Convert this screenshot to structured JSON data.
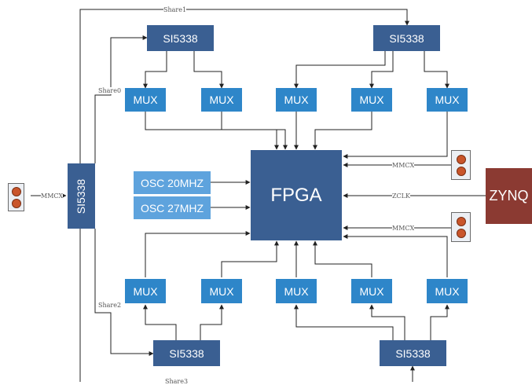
{
  "si5338": "SI5338",
  "mux": "MUX",
  "fpga": "FPGA",
  "zynq": "ZYNQ",
  "osc": [
    "OSC 20MHZ",
    "OSC 27MHZ"
  ],
  "share_labels": [
    "Share1",
    "Share0",
    "Share2",
    "Share3"
  ],
  "mmcx": "MMCX",
  "zclk": "ZCLK",
  "colors": {
    "si5338": "#3a5f92",
    "mux": "#2e86c9",
    "osc": "#5ea3dd",
    "fpga": "#3a5f92",
    "zynq": "#8b3a32",
    "connector": "#c9552b"
  }
}
